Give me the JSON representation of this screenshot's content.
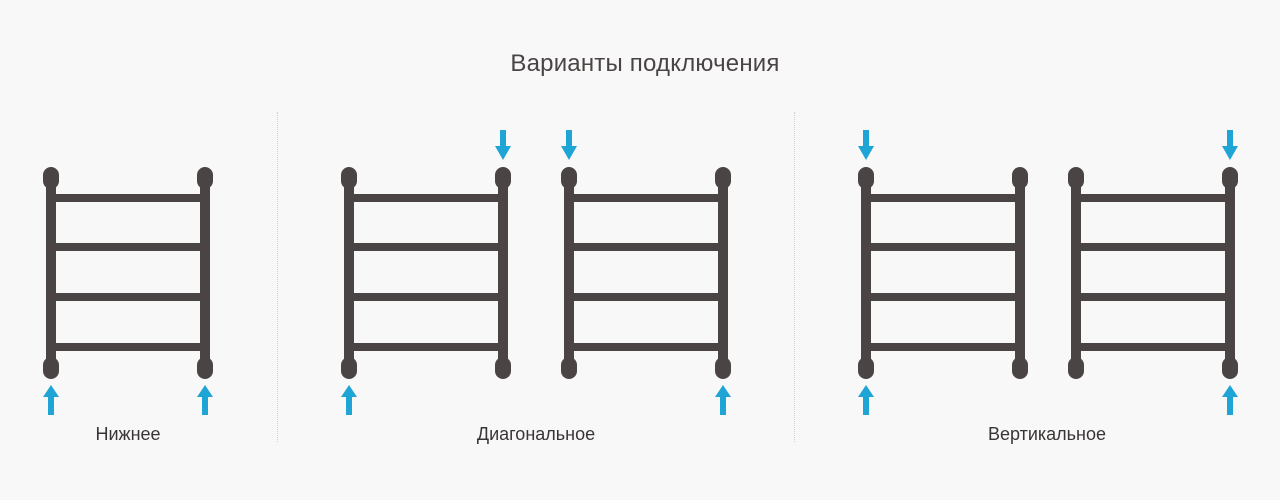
{
  "title": "Варианты подключения",
  "colors": {
    "background": "#f8f8f8",
    "rail": "#4a4444",
    "arrow": "#1ea5d6",
    "text": "#4a4444",
    "divider": "#cfcfcf"
  },
  "groups": [
    {
      "label": "Нижнее",
      "radiators": [
        {
          "inlets": [
            {
              "side": "left",
              "position": "bottom",
              "direction": "up"
            },
            {
              "side": "right",
              "position": "bottom",
              "direction": "up"
            }
          ]
        }
      ]
    },
    {
      "label": "Диагональное",
      "radiators": [
        {
          "inlets": [
            {
              "side": "right",
              "position": "top",
              "direction": "down"
            },
            {
              "side": "left",
              "position": "bottom",
              "direction": "up"
            }
          ]
        },
        {
          "inlets": [
            {
              "side": "left",
              "position": "top",
              "direction": "down"
            },
            {
              "side": "right",
              "position": "bottom",
              "direction": "up"
            }
          ]
        }
      ]
    },
    {
      "label": "Вертикальное",
      "radiators": [
        {
          "inlets": [
            {
              "side": "left",
              "position": "top",
              "direction": "down"
            },
            {
              "side": "left",
              "position": "bottom",
              "direction": "up"
            }
          ]
        },
        {
          "inlets": [
            {
              "side": "right",
              "position": "top",
              "direction": "down"
            },
            {
              "side": "right",
              "position": "bottom",
              "direction": "up"
            }
          ]
        }
      ]
    }
  ]
}
